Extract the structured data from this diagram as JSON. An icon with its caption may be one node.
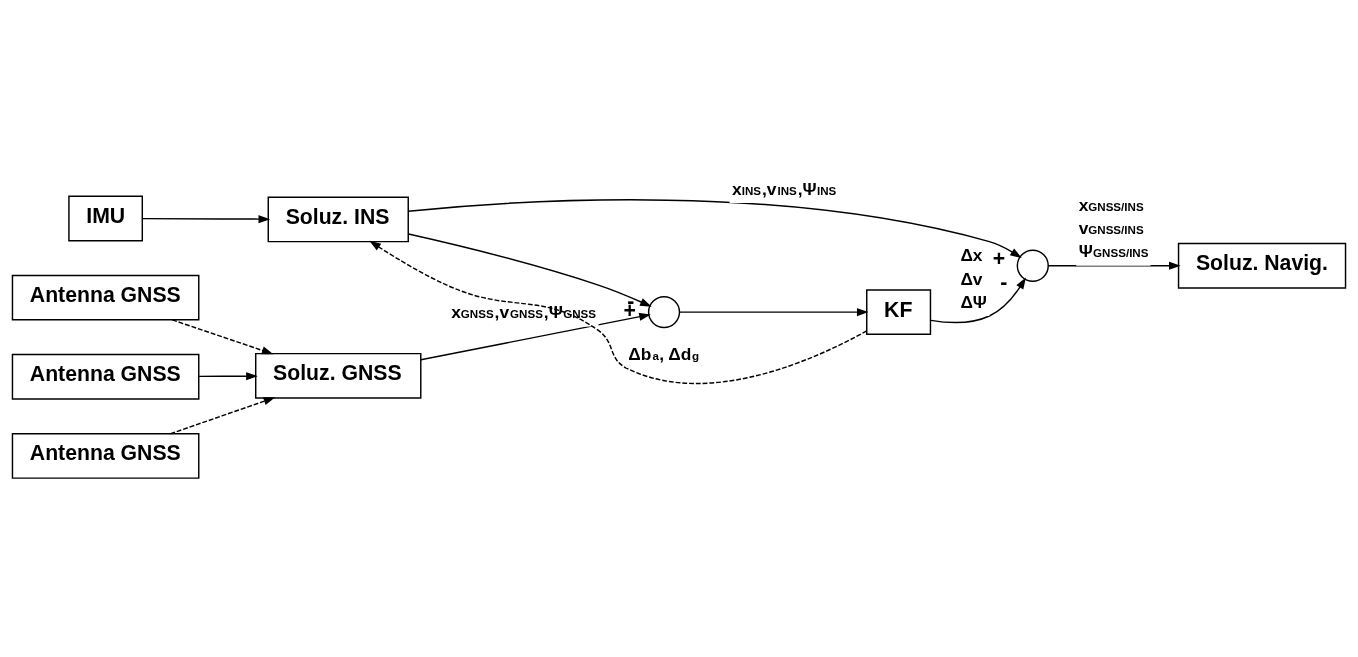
{
  "diagram": {
    "nodes": [
      {
        "text": [
          "IMU"
        ]
      },
      {
        "text": [
          "Soluz. INS"
        ]
      },
      {
        "text": [
          "Antenna GNSS"
        ]
      },
      {
        "text": [
          "Antenna GNSS"
        ]
      },
      {
        "text": [
          "Antenna GNSS"
        ]
      },
      {
        "text": [
          "Soluz. GNSS"
        ]
      },
      {
        "text": [],
        "shape": "circle",
        "beside": [
          "+",
          "-"
        ]
      },
      {
        "text": [
          "KF"
        ]
      },
      {
        "text": [],
        "shape": "circle",
        "beside": [
          "+",
          "-"
        ]
      },
      {
        "text": [
          "Soluz. Navig."
        ]
      }
    ],
    "edges": [
      {
        "from": 0,
        "to": 1,
        "arrow": "to"
      },
      {
        "from": 1,
        "to": 8,
        "arrow": "to",
        "label": "x$_{INS}$,v$_{INS}$,Ψ$_{INS}$"
      },
      {
        "from": 1,
        "to": 6,
        "arrow": "to"
      },
      {
        "from": 6,
        "to": 7,
        "arrow": "to"
      },
      {
        "from": 7,
        "to": 8,
        "arrow": "to",
        "label": "Δx Δv ΔΨ"
      },
      {
        "from": 7,
        "to": 1,
        "arrow": "to",
        "style": "dashed",
        "label": "Δb$_{a}$, Δd$_{g}$"
      },
      {
        "from": 2,
        "to": 5,
        "arrow": "to",
        "style": "dashed"
      },
      {
        "from": 3,
        "to": 5,
        "arrow": "to"
      },
      {
        "from": 4,
        "to": 5,
        "arrow": "to",
        "style": "dashed"
      },
      {
        "from": 5,
        "to": 6,
        "arrow": "to",
        "label": "x$_{GNSS}$,v$_{GNSS}$,Ψ$_{GNSS}$"
      },
      {
        "from": 8,
        "to": 9,
        "arrow": "to",
        "label": "x$_{GNSS/INS}$ v$_{GNSS/INS}$ Ψ$_{GNSS/INS}$"
      }
    ]
  }
}
